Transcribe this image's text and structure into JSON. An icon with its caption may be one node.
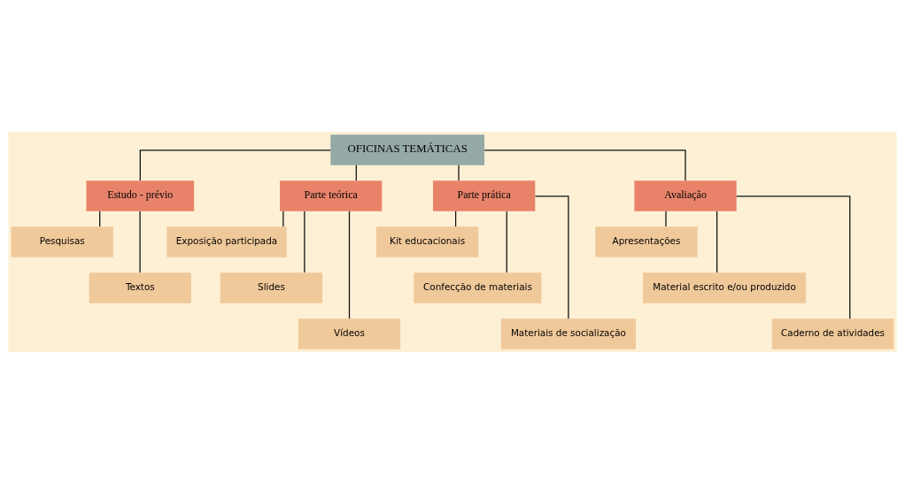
{
  "diagram": {
    "nodes": [
      {
        "text": [
          "OFICINAS TEMÁTICAS"
        ]
      },
      {
        "text": [
          "Estudo - prévio"
        ]
      },
      {
        "text": [
          "Pesquisas"
        ]
      },
      {
        "text": [
          "Textos"
        ]
      },
      {
        "text": [
          "Parte teórica"
        ]
      },
      {
        "text": [
          "Exposição participada"
        ]
      },
      {
        "text": [
          "Slides"
        ]
      },
      {
        "text": [
          "Vídeos"
        ]
      },
      {
        "text": [
          "Parte prática"
        ]
      },
      {
        "text": [
          "Kit educacionais"
        ]
      },
      {
        "text": [
          "Confecção de materiais"
        ]
      },
      {
        "text": [
          "Materiais de socialização"
        ]
      },
      {
        "text": [
          "Avaliação"
        ]
      },
      {
        "text": [
          "Apresentações"
        ]
      },
      {
        "text": [
          "Material escrito e/ou produzido"
        ]
      },
      {
        "text": [
          "Caderno de atividades"
        ]
      }
    ],
    "edges": [
      {
        "from": 0,
        "to": 1,
        "arrow": "none"
      },
      {
        "from": 0,
        "to": 4,
        "arrow": "none"
      },
      {
        "from": 0,
        "to": 8,
        "arrow": "none"
      },
      {
        "from": 0,
        "to": 12,
        "arrow": "none"
      },
      {
        "from": 1,
        "to": 2,
        "arrow": "none"
      },
      {
        "from": 1,
        "to": 3,
        "arrow": "none"
      },
      {
        "from": 4,
        "to": 5,
        "arrow": "none"
      },
      {
        "from": 4,
        "to": 6,
        "arrow": "none"
      },
      {
        "from": 4,
        "to": 7,
        "arrow": "none"
      },
      {
        "from": 8,
        "to": 9,
        "arrow": "none"
      },
      {
        "from": 8,
        "to": 10,
        "arrow": "none"
      },
      {
        "from": 8,
        "to": 11,
        "arrow": "none"
      },
      {
        "from": 12,
        "to": 13,
        "arrow": "none"
      },
      {
        "from": 12,
        "to": 14,
        "arrow": "none"
      },
      {
        "from": 12,
        "to": 15,
        "arrow": "none"
      }
    ]
  }
}
